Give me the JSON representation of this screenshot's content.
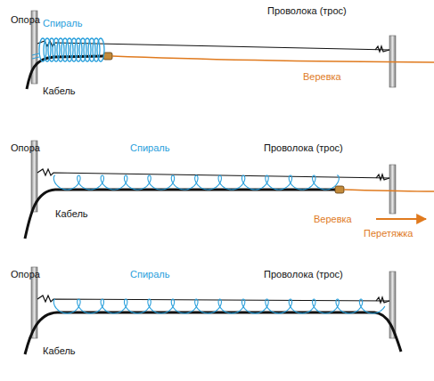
{
  "diagram": {
    "labels": [
      "Опора",
      "Спираль",
      "Проволока (трос)",
      "Веревка",
      "Кабель",
      "Опора",
      "Спираль",
      "Проволока (трос)",
      "Кабель",
      "Веревка",
      "Перетяжка",
      "Опора",
      "Спираль",
      "Проволока (трос)",
      "Кабель"
    ]
  }
}
